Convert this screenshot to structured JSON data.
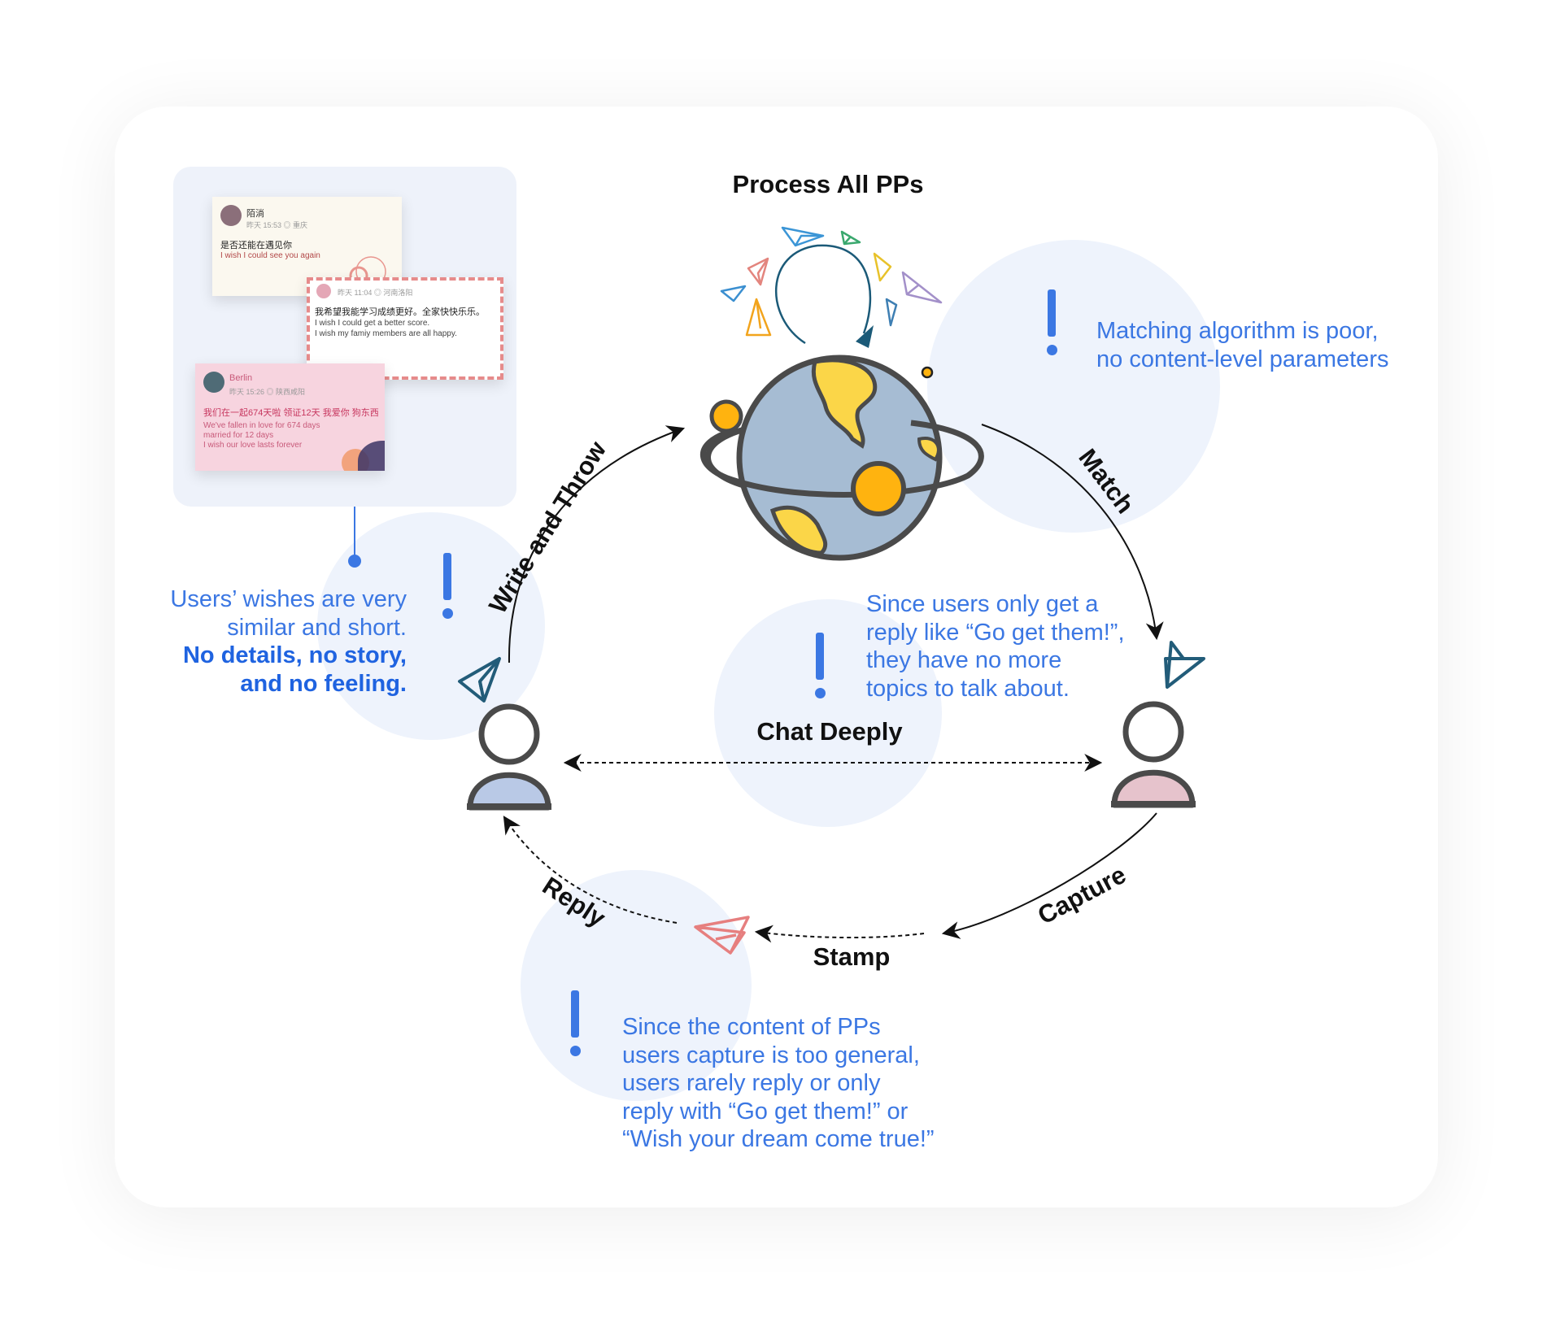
{
  "title": "Process All PPs",
  "stages": {
    "write_throw": "Write and Throw",
    "match": "Match",
    "chat": "Chat Deeply",
    "capture": "Capture",
    "stamp": "Stamp",
    "reply": "Reply"
  },
  "issues": {
    "matching": [
      "Matching algorithm is poor,",
      "no content-level parameters"
    ],
    "wishes": [
      "Users’ wishes are very",
      "similar and short."
    ],
    "wishes_bold": [
      "No details, no story,",
      "and no feeling."
    ],
    "chat": [
      "Since users only get a",
      "reply like “Go get them!”,",
      "they have no more",
      "topics to talk about."
    ],
    "reply": [
      "Since the content of PPs",
      "users capture is too general,",
      "users rarely reply or only",
      "reply with “Go get them!” or",
      "“Wish your dream come true!”"
    ]
  },
  "examples": [
    {
      "name": "陌淌",
      "meta": "昨天 15:53   ◎ 重庆",
      "zh": "是否还能在遇见你",
      "en": [
        "I wish I could see you again"
      ]
    },
    {
      "name": "",
      "meta": "昨天 11:04   ◎ 河南洛阳",
      "zh": "我希望我能学习成绩更好。全家快快乐乐。",
      "en": [
        "I wish I could get a better score.",
        "I wish my famiy members are all happy."
      ]
    },
    {
      "name": "Berlin",
      "meta": "昨天 15:26   ◎ 陕西咸阳",
      "zh": "我们在一起674天啦 领证12天 我爱你 狗东西",
      "en": [
        "We've fallen in love for 674 days",
        "married for 12 days",
        "I wish our love lasts forever"
      ]
    }
  ],
  "colors": {
    "accent": "#3b77e3",
    "bubble": "#eef3fc",
    "globe_ocean": "#a6bcd3",
    "land": "#fbd648",
    "orbit_ball": "#ffb30f",
    "user_left": "#b9c9e6",
    "user_right": "#e6c3cc"
  }
}
